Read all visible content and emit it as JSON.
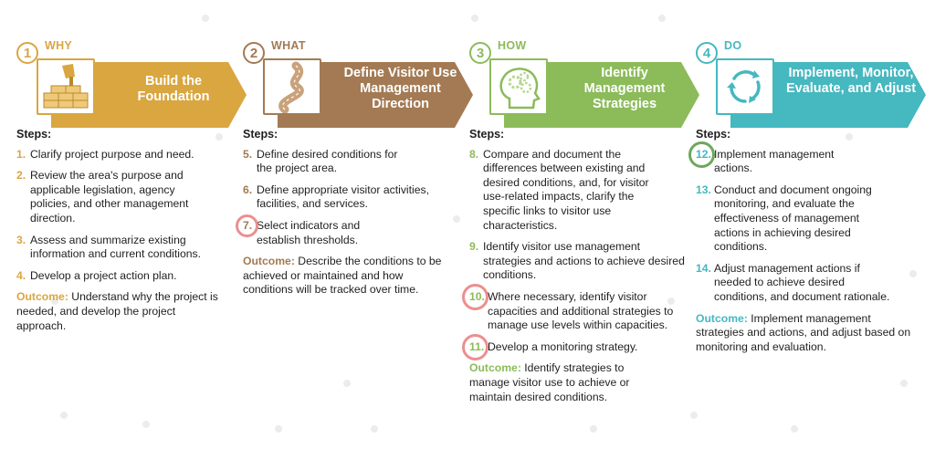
{
  "colors": {
    "why": "#d9a640",
    "what": "#a37a53",
    "how": "#8cbb5a",
    "do": "#45b8c0",
    "highlight_red": "#ec8f8f",
    "highlight_green": "#6ea85a"
  },
  "icons": {
    "why": "brick-wall-trowel-icon",
    "what": "winding-road-icon",
    "how": "head-gears-icon",
    "do": "cycle-arrows-icon"
  },
  "steps_heading": "Steps:",
  "outcome_label": "Outcome:",
  "phases": [
    {
      "number": "1",
      "tag": "WHY",
      "title": "Build the Foundation",
      "steps": [
        {
          "n": "1.",
          "text": "Clarify project purpose and need."
        },
        {
          "n": "2.",
          "text": "Review the area's purpose and applicable legislation, agency policies, and other management direction."
        },
        {
          "n": "3.",
          "text": "Assess and summarize existing information and current conditions."
        },
        {
          "n": "4.",
          "text": "Develop a project action plan."
        }
      ],
      "outcome": "Understand why the project is needed, and develop the project approach."
    },
    {
      "number": "2",
      "tag": "WHAT",
      "title": "Define Visitor Use Management Direction",
      "steps": [
        {
          "n": "5.",
          "text": "Define desired conditions for the project area."
        },
        {
          "n": "6.",
          "text": "Define appropriate visitor activities, facilities, and services."
        },
        {
          "n": "7.",
          "text": "Select indicators and establish thresholds."
        }
      ],
      "outcome": "Describe the conditions to be achieved or maintained and how conditions will be tracked over time."
    },
    {
      "number": "3",
      "tag": "HOW",
      "title": "Identify Management Strategies",
      "steps": [
        {
          "n": "8.",
          "text": "Compare and document the differences between existing and desired conditions, and, for visitor use-related impacts, clarify the specific links to visitor use characteristics."
        },
        {
          "n": "9.",
          "text": "Identify visitor use management strategies and actions to achieve desired conditions."
        },
        {
          "n": "10.",
          "text": "Where necessary, identify visitor capacities and additional strategies to manage use levels within capacities."
        },
        {
          "n": "11.",
          "text": "Develop a monitoring strategy."
        }
      ],
      "outcome": "Identify strategies to manage visitor use to achieve or maintain desired conditions."
    },
    {
      "number": "4",
      "tag": "DO",
      "title": "Implement, Monitor, Evaluate, and Adjust",
      "steps": [
        {
          "n": "12.",
          "text": "Implement management actions."
        },
        {
          "n": "13.",
          "text": "Conduct and document ongoing monitoring, and evaluate the effectiveness of management actions in achieving desired conditions."
        },
        {
          "n": "14.",
          "text": "Adjust management actions if needed to achieve desired conditions, and document rationale."
        }
      ],
      "outcome": "Implement management strategies and actions, and adjust based on monitoring and evaluation."
    }
  ]
}
